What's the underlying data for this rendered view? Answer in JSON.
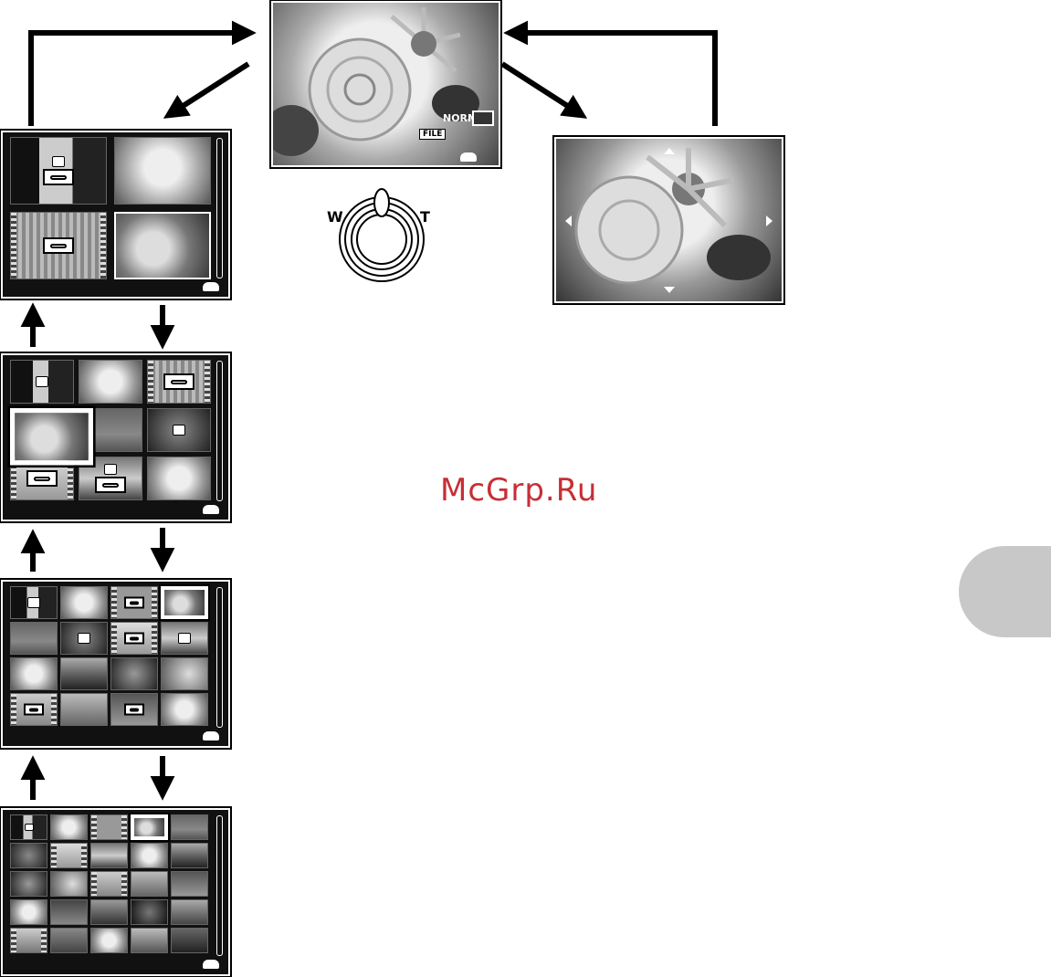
{
  "zoom_lever": {
    "wide_label": "W",
    "tele_label": "T"
  },
  "main_screen": {
    "quality_badge": "NORM",
    "file_badge": "FILE"
  },
  "watermark": "McGrp.Ru",
  "colors": {
    "watermark": "#c62f35",
    "tab": "#c8c8c8"
  }
}
